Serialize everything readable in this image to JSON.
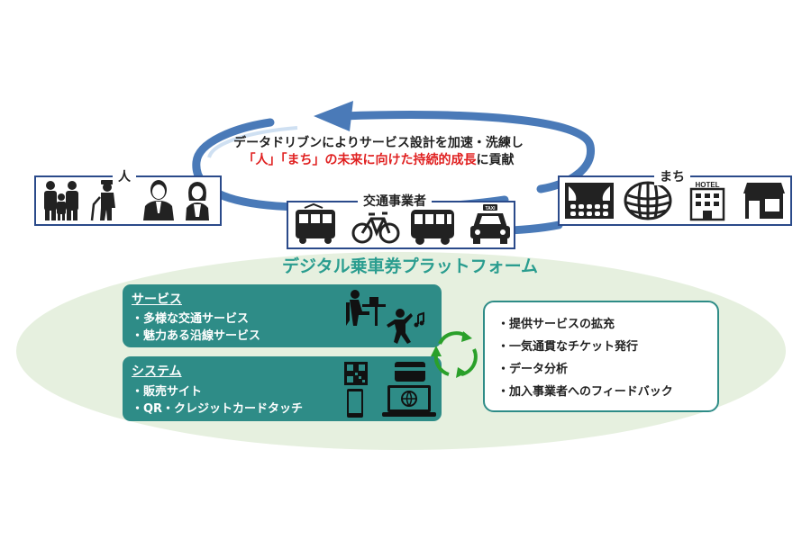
{
  "cycle": {
    "line1": "データドリブンによりサービス設計を加速・洗練し",
    "line2_red": "「人」「まち」の未来に向けた持続的成長",
    "line2_rest": "に貢献"
  },
  "groups": {
    "people": {
      "label": "人",
      "icons": [
        "family-icon",
        "elderly-person-icon",
        "businessman-icon",
        "woman-icon"
      ]
    },
    "town": {
      "label": "まち",
      "icons": [
        "theater-icon",
        "stadium-icon",
        "hotel-icon",
        "shop-icon"
      ]
    },
    "transport": {
      "label": "交通事業者",
      "icons": [
        "train-icon",
        "bicycle-icon",
        "bus-icon",
        "taxi-icon"
      ]
    }
  },
  "platform": {
    "title": "デジタル乗車券プラットフォーム",
    "services": {
      "heading": "サービス",
      "items": [
        "・多様な交通サービス",
        "・魅力ある沿線サービス"
      ]
    },
    "systems": {
      "heading": "システム",
      "items": [
        "・販売サイト",
        "・QR・クレジットカードタッチ"
      ]
    },
    "benefits": [
      "・提供サービスの拡充",
      "・一気通貫なチケット発行",
      "・データ分析",
      "・加入事業者へのフィードバック"
    ]
  },
  "icons": {
    "hotel_sign": "HOTEL",
    "taxi_sign": "TAXI"
  },
  "colors": {
    "teal": "#2e8c87",
    "title_teal": "#2a9d8f",
    "navy": "#2a4a8a",
    "arrow_blue": "#4a7ab8",
    "ellipse": "#e6f0df",
    "red": "#e02020",
    "green_arrows": "#2aa02a"
  }
}
